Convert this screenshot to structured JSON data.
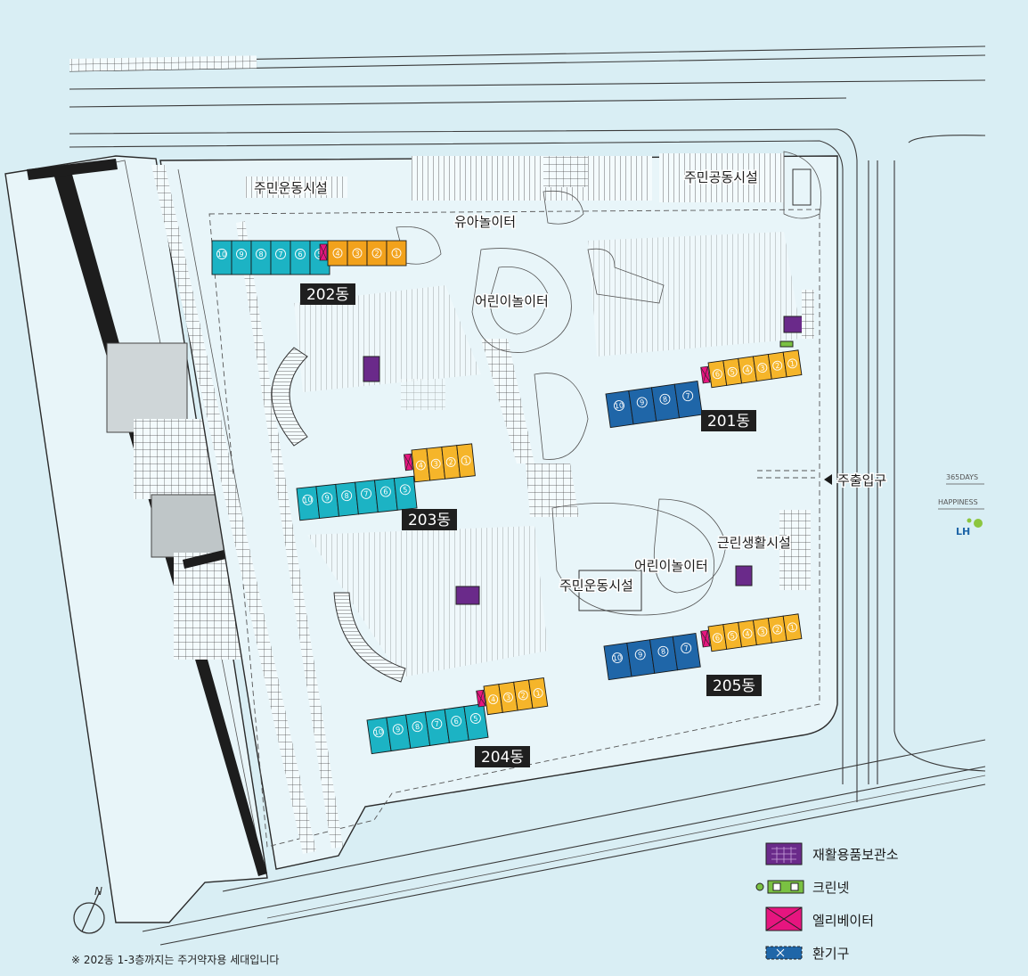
{
  "buildings": [
    {
      "id": "202",
      "label": "202동",
      "units_a": [
        "10",
        "9",
        "8",
        "7",
        "6",
        "5"
      ],
      "units_b": [
        "4",
        "3",
        "2",
        "1"
      ],
      "color_a": "#1cb3c4",
      "color_b": "#f2a21c"
    },
    {
      "id": "201",
      "label": "201동",
      "units_a": [
        "10",
        "9",
        "8",
        "7"
      ],
      "units_b": [
        "6",
        "5",
        "4",
        "3",
        "2",
        "1"
      ],
      "color_a": "#1f66a8",
      "color_b": "#f5b52a"
    },
    {
      "id": "203",
      "label": "203동",
      "units_a": [
        "10",
        "9",
        "8",
        "7",
        "6",
        "5"
      ],
      "units_b": [
        "4",
        "3",
        "2",
        "1"
      ],
      "color_a": "#1cb3c4",
      "color_b": "#f5b52a"
    },
    {
      "id": "205",
      "label": "205동",
      "units_a": [
        "10",
        "9",
        "8",
        "7"
      ],
      "units_b": [
        "6",
        "5",
        "4",
        "3",
        "2",
        "1"
      ],
      "color_a": "#1f66a8",
      "color_b": "#f5b52a"
    },
    {
      "id": "204",
      "label": "204동",
      "units_a": [
        "10",
        "9",
        "8",
        "7",
        "6",
        "5"
      ],
      "units_b": [
        "4",
        "3",
        "2",
        "1"
      ],
      "color_a": "#1cb3c4",
      "color_b": "#f5b52a"
    }
  ],
  "facilities": {
    "fitness_1": "주민운동시설",
    "toddler_play": "유아놀이터",
    "community": "주민공동시설",
    "kids_play_1": "어린이놀이터",
    "kids_play_2": "어린이놀이터",
    "neighborhood": "근린생활시설",
    "fitness_2": "주민운동시설"
  },
  "entrance": {
    "arrow": "◀",
    "label": "주출입구"
  },
  "brand": {
    "line1": "365DAYS",
    "line2": "HAPPINESS",
    "logo": "LH"
  },
  "compass": {
    "label": "N"
  },
  "legend": [
    {
      "label": "재활용품보관소",
      "color": "#6a2a8a",
      "icon": "recycling-storage-icon"
    },
    {
      "label": "크린넷",
      "color": "#7ac142",
      "icon": "cleannet-icon"
    },
    {
      "label": "엘리베이터",
      "color": "#e6157f",
      "icon": "elevator-icon"
    },
    {
      "label": "환기구",
      "color": "#1f66a8",
      "icon": "vent-icon"
    }
  ],
  "note": "※ 202동 1-3층까지는 주거약자용 세대입니다"
}
